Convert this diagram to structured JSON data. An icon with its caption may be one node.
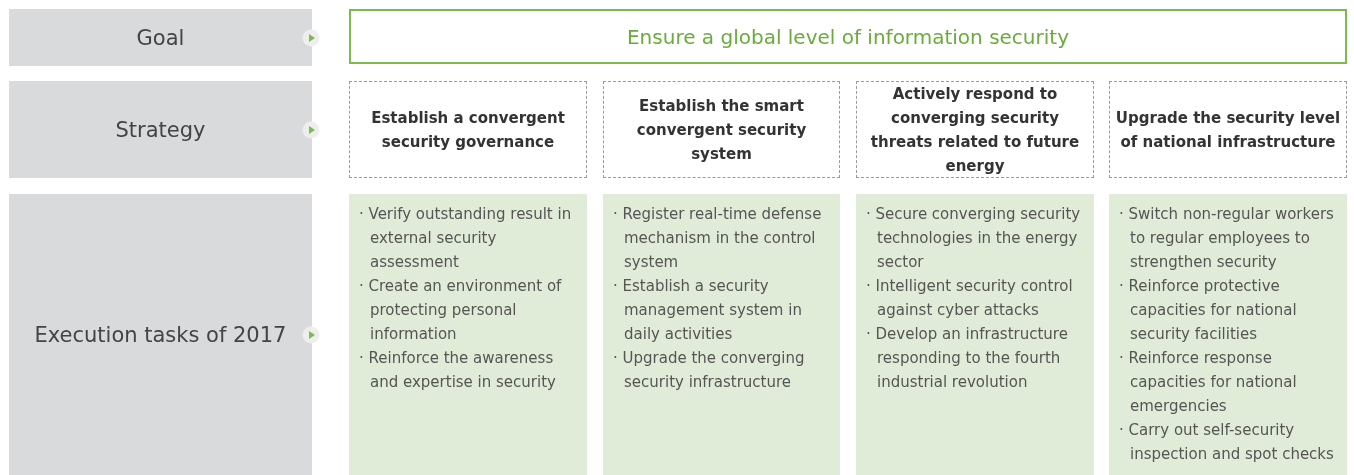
{
  "diagram": {
    "nodes": [
      {
        "text": [
          "Goal"
        ]
      },
      {
        "text": [
          "Ensure a global level of information security"
        ]
      },
      {
        "text": [
          "Strategy"
        ]
      },
      {
        "text": [
          "Establish a convergent security governance"
        ]
      },
      {
        "text": [
          "Establish the smart convergent security system"
        ]
      },
      {
        "text": [
          "Actively respond to converging security threats related to future energy"
        ]
      },
      {
        "text": [
          "Upgrade the security level of national infrastructure"
        ]
      },
      {
        "text": [
          "Execution tasks of 2017"
        ]
      },
      {
        "text": [
          "· Verify outstanding result in external security assessment",
          "· Create an environment of protecting personal information",
          "· Reinforce the awareness and expertise in security"
        ]
      },
      {
        "text": [
          "· Register real-time defense mechanism in the control system",
          "· Establish a security management system in daily activities",
          "· Upgrade the converging security infrastructure"
        ]
      },
      {
        "text": [
          "· Secure converging security technologies in the energy sector",
          "· Intelligent security control against cyber attacks",
          "· Develop an infrastructure responding to the fourth industrial revolution"
        ]
      },
      {
        "text": [
          "· Switch non-regular workers to regular employees to strengthen security",
          "· Reinforce protective capacities for national security facilities",
          "· Reinforce response capacities for national emergencies",
          "· Carry out self-security inspection and spot checks"
        ]
      }
    ]
  }
}
